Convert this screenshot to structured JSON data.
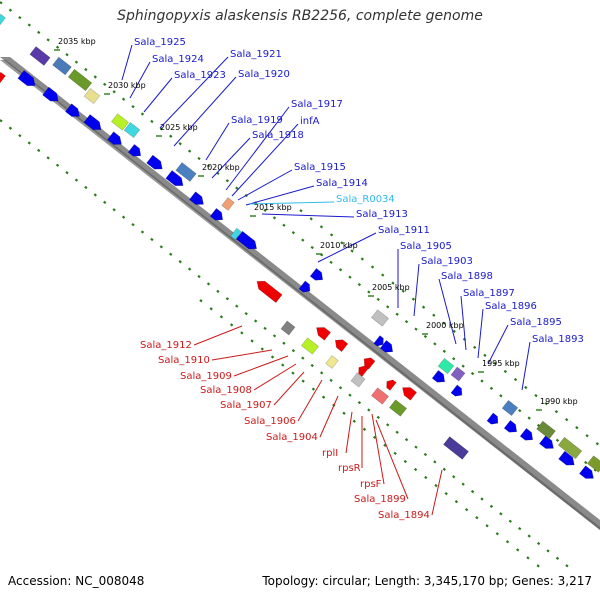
{
  "title": "Sphingopyxis alaskensis RB2256, complete genome",
  "footer": {
    "accession": "Accession: NC_008048",
    "summary": "Topology: circular; Length: 3,345,170 bp; Genes: 3,217"
  },
  "colors": {
    "forward_gene": "#0000ee",
    "reverse_gene": "#ee0000",
    "forward_label": "#1a1acc",
    "reverse_label": "#cc1a1a",
    "rna_label": "#33bbee",
    "backbone": "#888888",
    "dots": "#2a7a1a"
  },
  "scale_ticks": [
    "2035 kbp",
    "2030 kbp",
    "2025 kbp",
    "2020 kbp",
    "2015 kbp",
    "2010 kbp",
    "2005 kbp",
    "2000 kbp",
    "1995 kbp",
    "1990 kbp"
  ],
  "forward_labels": [
    "Sala_1925",
    "Sala_1924",
    "Sala_1923",
    "Sala_1921",
    "Sala_1920",
    "Sala_1919",
    "Sala_1918",
    "Sala_1917",
    "infA",
    "Sala_1915",
    "Sala_1914",
    "Sala_R0034",
    "Sala_1913",
    "Sala_1911",
    "Sala_1905",
    "Sala_1903",
    "Sala_1898",
    "Sala_1897",
    "Sala_1896",
    "Sala_1895",
    "Sala_1893"
  ],
  "reverse_labels": [
    "Sala_1912",
    "Sala_1910",
    "Sala_1909",
    "Sala_1908",
    "Sala_1907",
    "Sala_1906",
    "Sala_1904",
    "rplI",
    "rpsR",
    "rpsF",
    "Sala_1899",
    "Sala_1894"
  ]
}
